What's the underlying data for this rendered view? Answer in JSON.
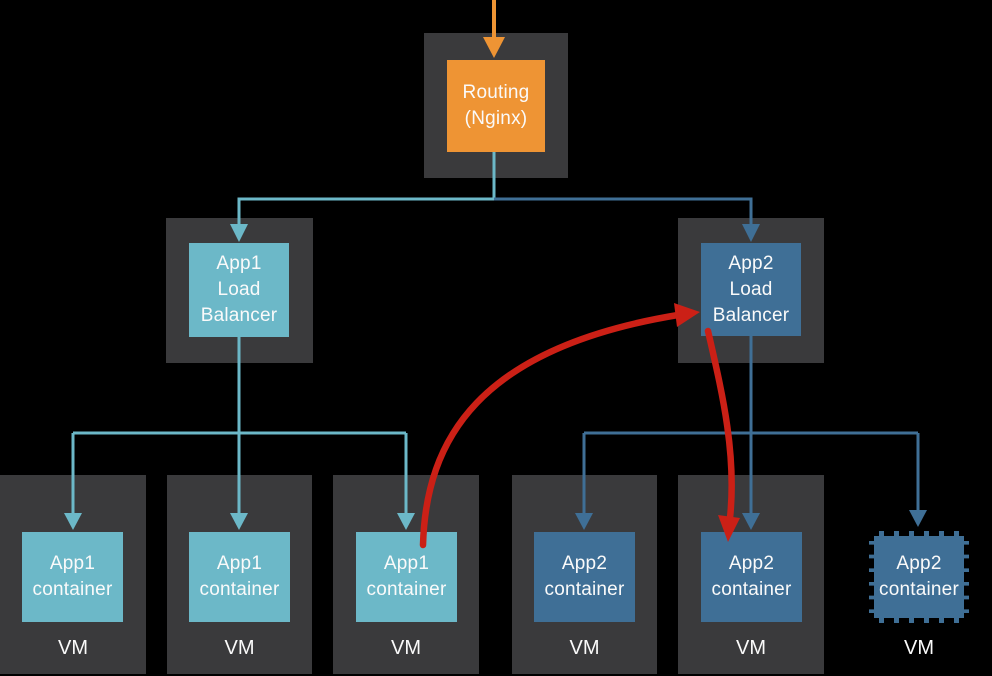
{
  "background": "#000000",
  "palette": {
    "host_panel": "#3a3a3c",
    "teal": "#6cb8c8",
    "steel_blue": "#3f6f96",
    "orange": "#ee9434",
    "red": "#cb2016",
    "label_text": "#fafafa"
  },
  "nodes": {
    "routing": {
      "line1": "Routing",
      "line2": "(Nginx)"
    },
    "app1_lb": {
      "line1": "App1",
      "line2": "Load",
      "line3": "Balancer"
    },
    "app2_lb": {
      "line1": "App2",
      "line2": "Load",
      "line3": "Balancer"
    },
    "vms": [
      {
        "container_line1": "App1",
        "container_line2": "container",
        "vm_label": "VM"
      },
      {
        "container_line1": "App1",
        "container_line2": "container",
        "vm_label": "VM"
      },
      {
        "container_line1": "App1",
        "container_line2": "container",
        "vm_label": "VM"
      },
      {
        "container_line1": "App2",
        "container_line2": "container",
        "vm_label": "VM"
      },
      {
        "container_line1": "App2",
        "container_line2": "container",
        "vm_label": "VM"
      },
      {
        "container_line1": "App2",
        "container_line2": "container",
        "vm_label": "VM",
        "dashed": true
      }
    ]
  },
  "edges": [
    {
      "from": "external-traffic",
      "to": "routing",
      "color_key": "orange"
    },
    {
      "from": "routing",
      "to": "app1_lb",
      "color_key": "teal"
    },
    {
      "from": "routing",
      "to": "app2_lb",
      "color_key": "steel_blue"
    },
    {
      "from": "app1_lb",
      "to": "app1_container_1",
      "color_key": "teal"
    },
    {
      "from": "app1_lb",
      "to": "app1_container_2",
      "color_key": "teal"
    },
    {
      "from": "app1_lb",
      "to": "app1_container_3",
      "color_key": "teal"
    },
    {
      "from": "app2_lb",
      "to": "app2_container_1",
      "color_key": "steel_blue"
    },
    {
      "from": "app2_lb",
      "to": "app2_container_2",
      "color_key": "steel_blue"
    },
    {
      "from": "app2_lb",
      "to": "app2_container_3_dashed",
      "color_key": "steel_blue"
    },
    {
      "from": "app1_container_3",
      "to": "app2_lb",
      "color_key": "red"
    },
    {
      "from": "app2_lb",
      "to": "app2_container_2",
      "color_key": "red"
    }
  ]
}
